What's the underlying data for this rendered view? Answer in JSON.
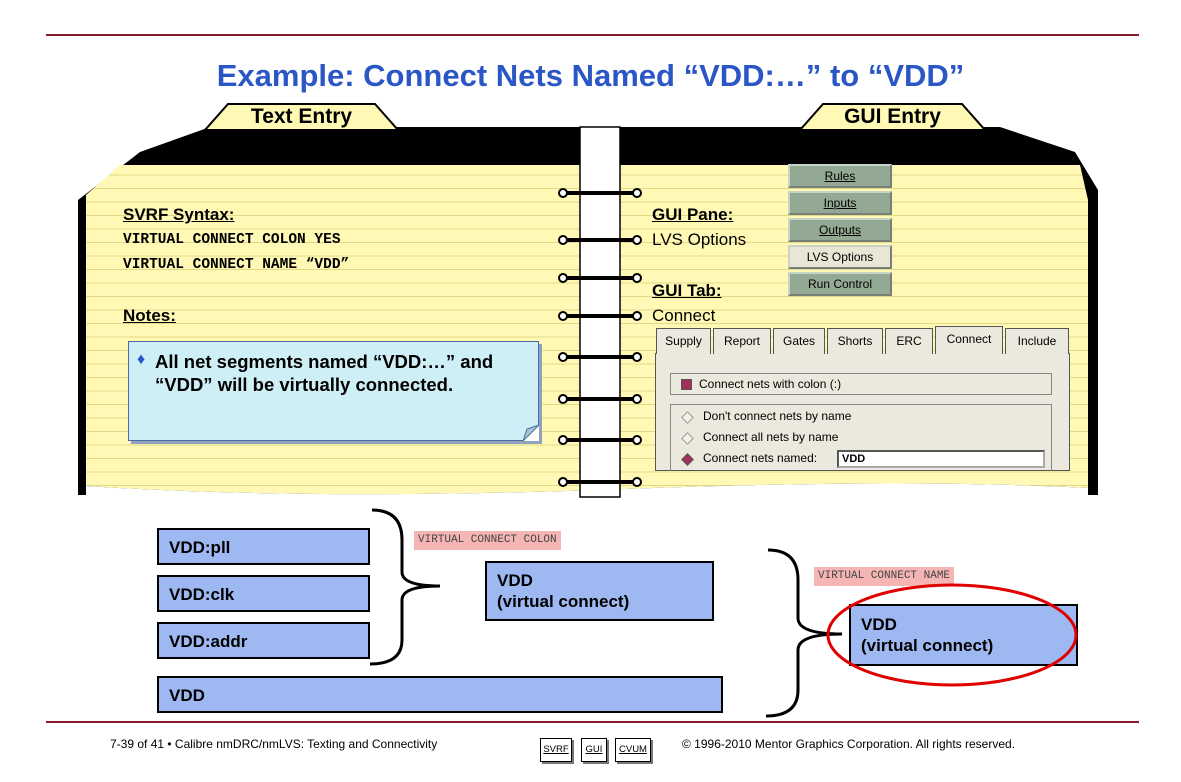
{
  "title": "Example: Connect Nets Named “VDD:…” to “VDD”",
  "tabs": {
    "left": "Text Entry",
    "right": "GUI Entry"
  },
  "left_page": {
    "syntax_heading": "SVRF Syntax:",
    "syntax_lines": [
      "VIRTUAL CONNECT COLON YES",
      "VIRTUAL CONNECT NAME “VDD”"
    ],
    "notes_heading": "Notes:",
    "note_bullet": "♦",
    "note_text": "All net segments named “VDD:…” and “VDD” will be virtually connected."
  },
  "right_page": {
    "pane_heading": "GUI Pane:",
    "pane_value": "LVS Options",
    "tab_heading": "GUI Tab:",
    "tab_value": "Connect",
    "buttons": [
      {
        "label": "Rules"
      },
      {
        "label": "Inputs"
      },
      {
        "label": "Outputs"
      },
      {
        "label": "LVS Options"
      },
      {
        "label": "Run Control"
      }
    ],
    "gui_tabs": [
      "Supply",
      "Report",
      "Gates",
      "Shorts",
      "ERC",
      "Connect",
      "Include"
    ],
    "checkbox_label": "Connect nets with colon (:)",
    "radio_options": [
      "Don't connect nets by name",
      "Connect all nets by name",
      "Connect nets named:"
    ],
    "name_field_value": "VDD"
  },
  "diagram": {
    "left_boxes": [
      "VDD:pll",
      "VDD:clk",
      "VDD:addr"
    ],
    "vdd_box": "VDD",
    "colon_label": "VIRTUAL CONNECT COLON",
    "virtual_box_1": [
      "VDD",
      "(virtual connect)"
    ],
    "name_label": "VIRTUAL CONNECT NAME",
    "virtual_box_2": [
      "VDD",
      "(virtual connect)"
    ]
  },
  "footer": {
    "page_info": "7-39 of 41 • Calibre nmDRC/nmLVS: Texting and Connectivity",
    "buttons": [
      "SVRF",
      "GUI",
      "CVUM"
    ],
    "copyright": "© 1996-2010 Mentor Graphics Corporation. All rights reserved."
  },
  "colors": {
    "title": "#2a56c6",
    "pad": "#fff9b5",
    "box": "#9eb9f2",
    "rule": "#8b1a2b",
    "highlight": "#e00000"
  }
}
